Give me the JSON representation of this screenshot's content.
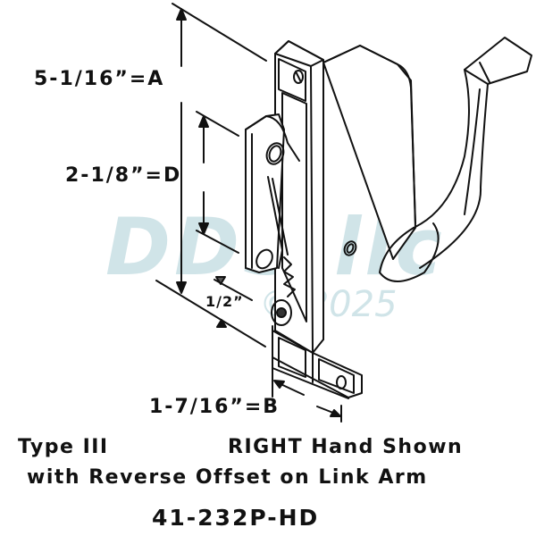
{
  "diagram": {
    "title": "Casement window operator dimension diagram",
    "dimensions": {
      "a": "5-1/16”=A",
      "d": "2-1/8”=D",
      "offset": "1/2”",
      "b": "1-7/16”=B"
    },
    "watermark": {
      "brand": "DDS llc",
      "year": "© 2025"
    },
    "caption": {
      "type": "Type III",
      "hand": "RIGHT Hand Shown",
      "note": "with Reverse Offset on Link Arm",
      "part_number": "41-232P-HD"
    },
    "colors": {
      "line": "#111111",
      "watermark": "#96c3cd",
      "background": "#ffffff"
    }
  }
}
